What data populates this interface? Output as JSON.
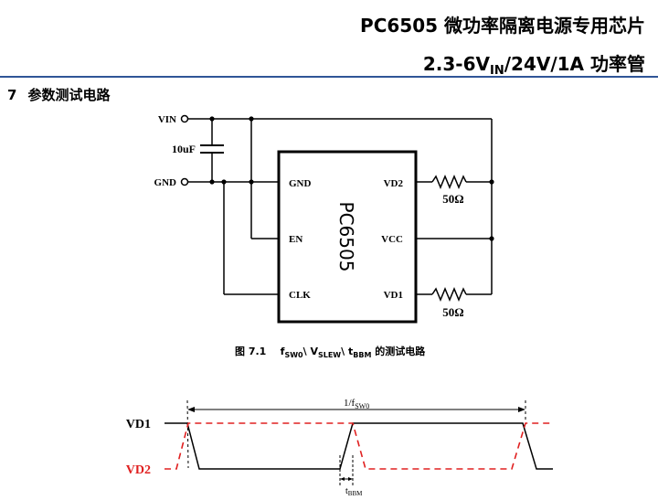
{
  "header": {
    "title_line1": "PC6505 微功率隔离电源专用芯片",
    "title_line2_prefix": "2.3-6V",
    "title_line2_sub": "IN",
    "title_line2_suffix": "/24V/1A 功率管",
    "rule_color": "#2f5597"
  },
  "section": {
    "number": "7",
    "title": "参数测试电路"
  },
  "circuit": {
    "chip_label": "PC6505",
    "left_terminals": [
      "VIN",
      "GND"
    ],
    "capacitor_label": "10uF",
    "chip_left_pins": [
      "GND",
      "EN",
      "CLK"
    ],
    "chip_right_pins": [
      "VD2",
      "VCC",
      "VD1"
    ],
    "resistor_labels": [
      "50Ω",
      "50Ω"
    ]
  },
  "caption": {
    "prefix": "图 7.1",
    "f": "f",
    "f_sub": "SW0",
    "sep1": "\\ V",
    "v_sub": "SLEW",
    "sep2": "\\ t",
    "t_sub": "BBM",
    "suffix": " 的测试电路"
  },
  "timing": {
    "period_label_prefix": "1/f",
    "period_label_sub": "SW0",
    "signals": [
      {
        "name": "VD1",
        "color": "#000000"
      },
      {
        "name": "VD2",
        "color": "#e02020"
      }
    ],
    "bbm_label_prefix": "t",
    "bbm_label_sub": "BBM"
  }
}
